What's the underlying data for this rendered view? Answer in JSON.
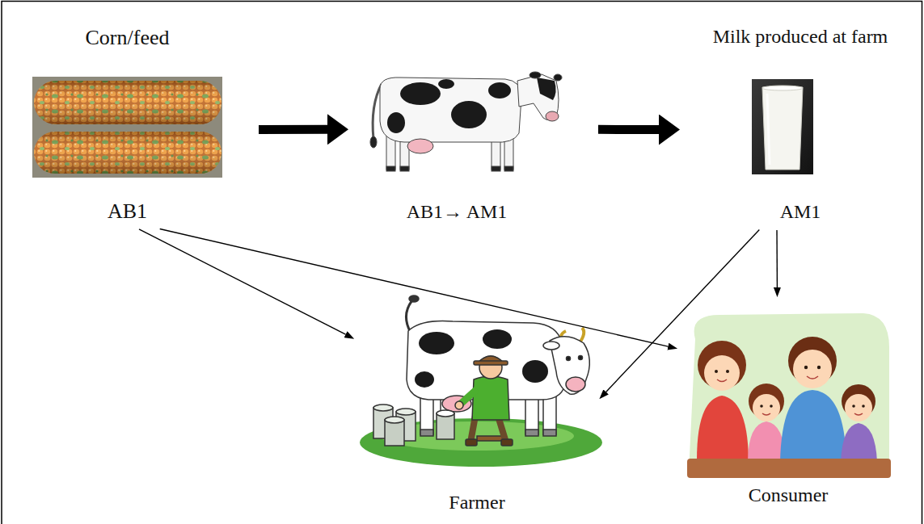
{
  "diagram": {
    "nodes": [
      {
        "text": [
          "Corn/feed",
          "AB1"
        ]
      },
      {
        "text": [
          "AB1→ AM1"
        ]
      },
      {
        "text": [
          "Milk produced at farm",
          "AM1"
        ]
      },
      {
        "text": [
          "Farmer"
        ]
      },
      {
        "text": [
          "Consumer"
        ]
      }
    ],
    "edges": [
      {
        "from": 0,
        "to": 1,
        "arrow": "to"
      },
      {
        "from": 1,
        "to": 2,
        "arrow": "to"
      },
      {
        "from": 0,
        "to": 3,
        "arrow": "to"
      },
      {
        "from": 0,
        "to": 4,
        "arrow": "to"
      },
      {
        "from": 2,
        "to": 3,
        "arrow": "to"
      },
      {
        "from": 2,
        "to": 4,
        "arrow": "to"
      }
    ]
  }
}
